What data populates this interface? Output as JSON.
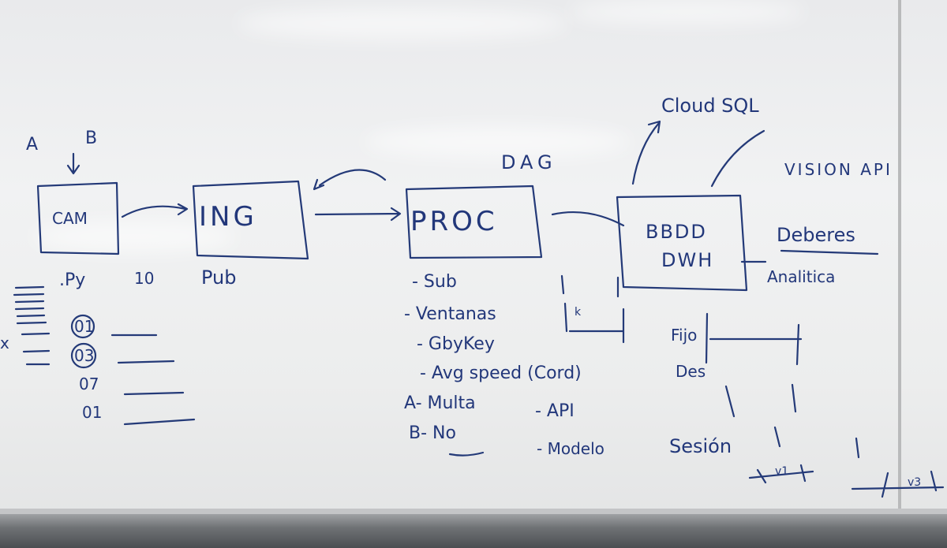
{
  "labels": {
    "a": "A",
    "b": "B",
    "cam": "CAM",
    "ing": "ING",
    "proc": "PROC",
    "dag": "DAG",
    "bbdd": "BBDD",
    "dwh": "DWH",
    "cloud_sql": "Cloud SQL",
    "vision_api": "VISION API",
    "deberes": "Deberes",
    "analitica": "Analitica",
    "py": ".Py",
    "ten": "10",
    "pub": "Pub",
    "sub": "- Sub",
    "ventanas": "- Ventanas",
    "k": "k",
    "groupbykey": "- GbyKey",
    "avg_speed": "- Avg speed (Cord)",
    "a_multa": "A- Multa",
    "api": "- API",
    "b_no": "B- No",
    "modelo": "- Modelo",
    "fijo": "Fijo",
    "des": "Des",
    "sesion": "Sesión",
    "v1": "v1",
    "v3": "v3",
    "n01": "01",
    "n03": "03",
    "n07": "07",
    "n01b": "01",
    "x": "x"
  }
}
